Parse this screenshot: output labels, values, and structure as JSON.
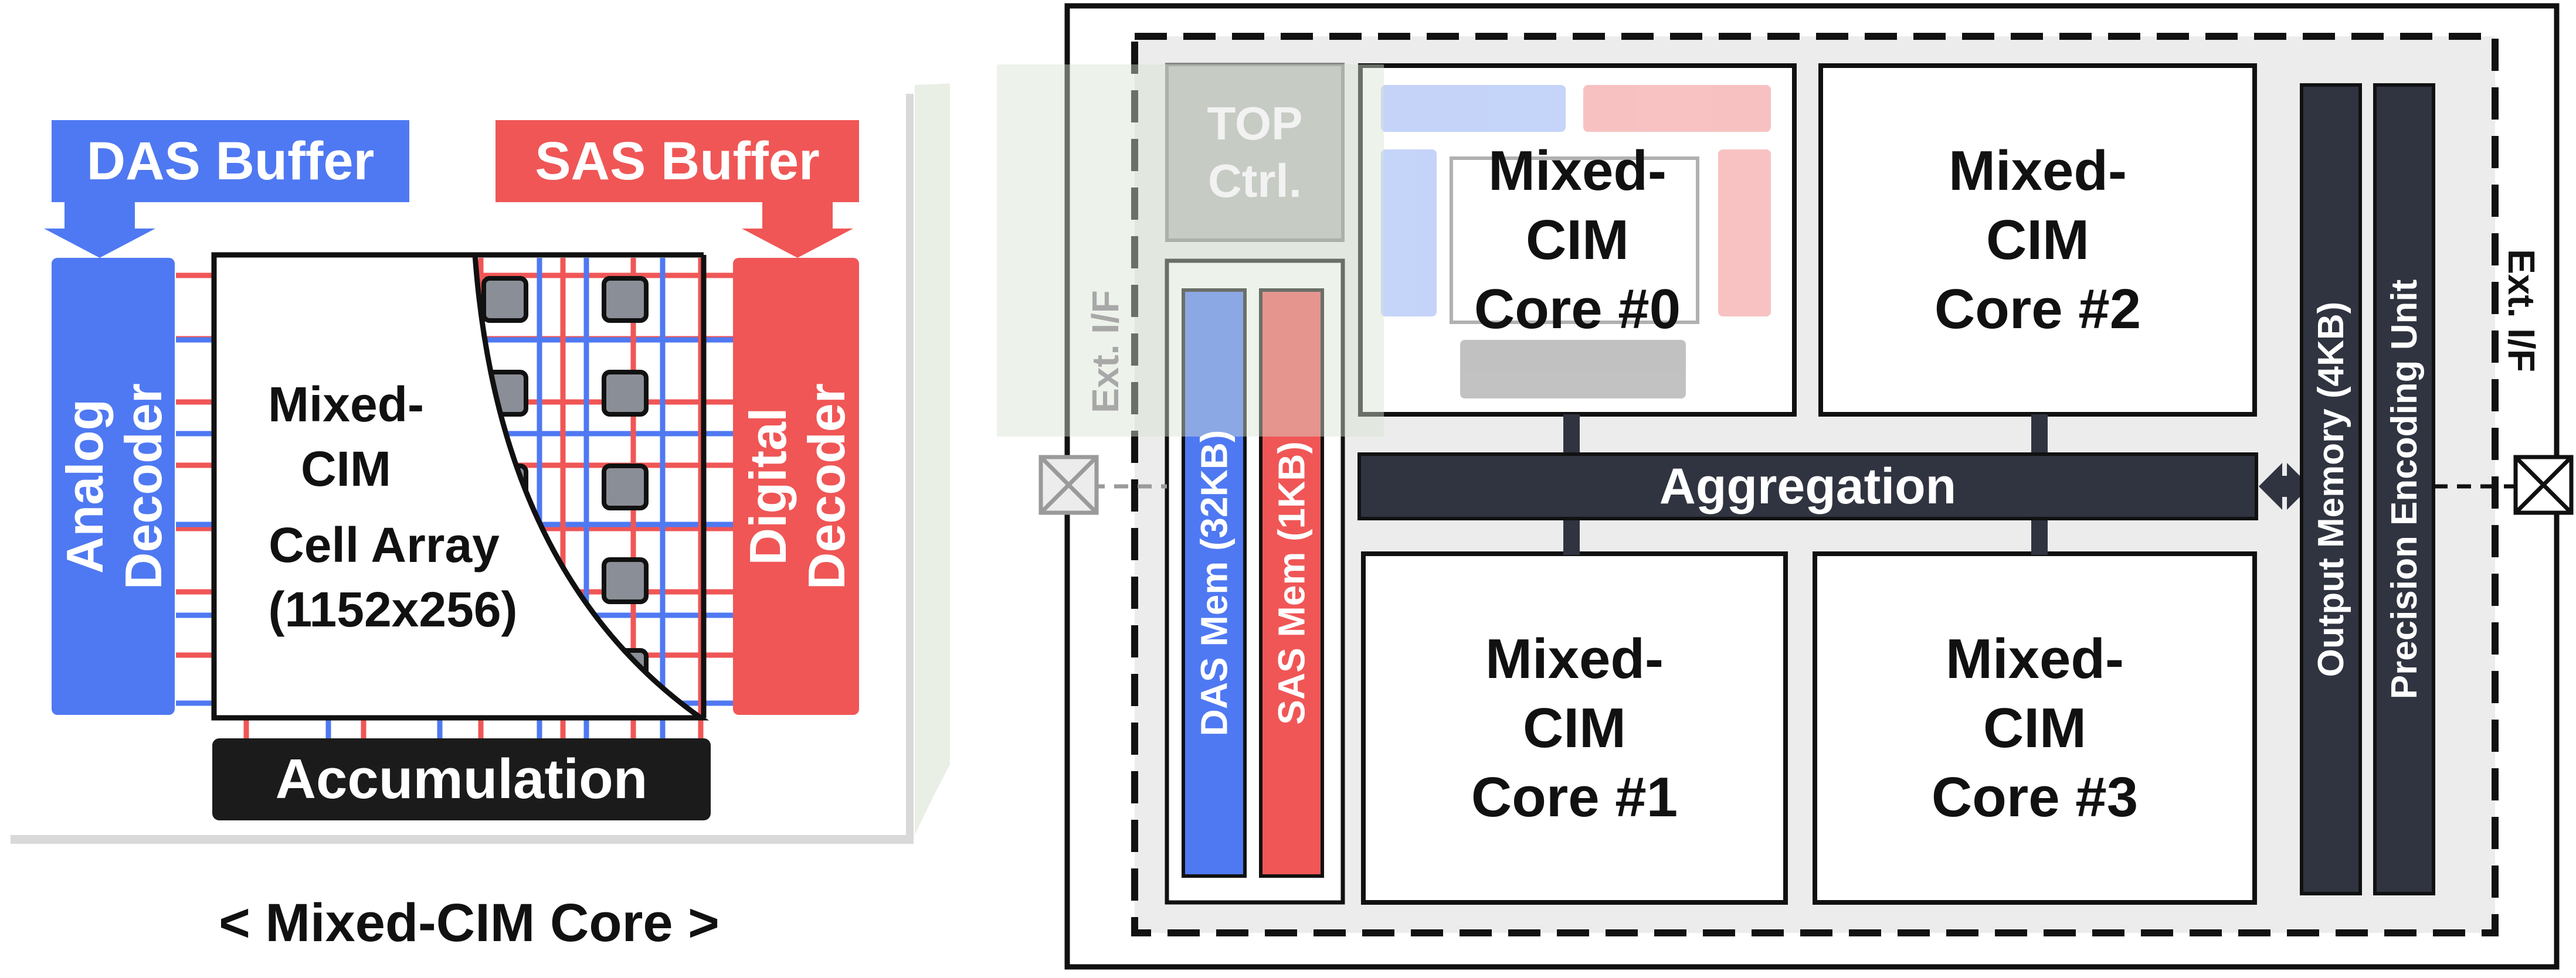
{
  "core_detail": {
    "das_buffer": "DAS Buffer",
    "sas_buffer": "SAS Buffer",
    "analog_decoder_line1": "Analog",
    "analog_decoder_line2": "Decoder",
    "digital_decoder_line1": "Digital",
    "digital_decoder_line2": "Decoder",
    "array_label_line1": "Mixed-",
    "array_label_line2": "CIM",
    "array_label_line3": "Cell Array",
    "array_label_line4": "(1152x256)",
    "accumulation": "Accumulation",
    "caption": "< Mixed-CIM Core >"
  },
  "chip": {
    "top_ctrl": "TOP\nCtrl.",
    "das_mem": "DAS Mem (32KB)",
    "sas_mem": "SAS Mem (1KB)",
    "ext_if_left": "Ext. I/F",
    "ext_if_right": "Ext. I/F",
    "cores": [
      {
        "label": "Mixed-\nCIM\nCore #0"
      },
      {
        "label": "Mixed-\nCIM\nCore #1"
      },
      {
        "label": "Mixed-\nCIM\nCore #2"
      },
      {
        "label": "Mixed-\nCIM\nCore #3"
      }
    ],
    "aggregation": "Aggregation",
    "output_memory": "Output Memory (4KB)",
    "precision_encoding_unit": "Precision Encoding Unit"
  },
  "colors": {
    "das_blue": "#4f79f2",
    "sas_red": "#f05656",
    "dark": "#303440",
    "black": "#111111",
    "light_gray": "#ececec",
    "highlight_green": "#d8e2d2"
  }
}
